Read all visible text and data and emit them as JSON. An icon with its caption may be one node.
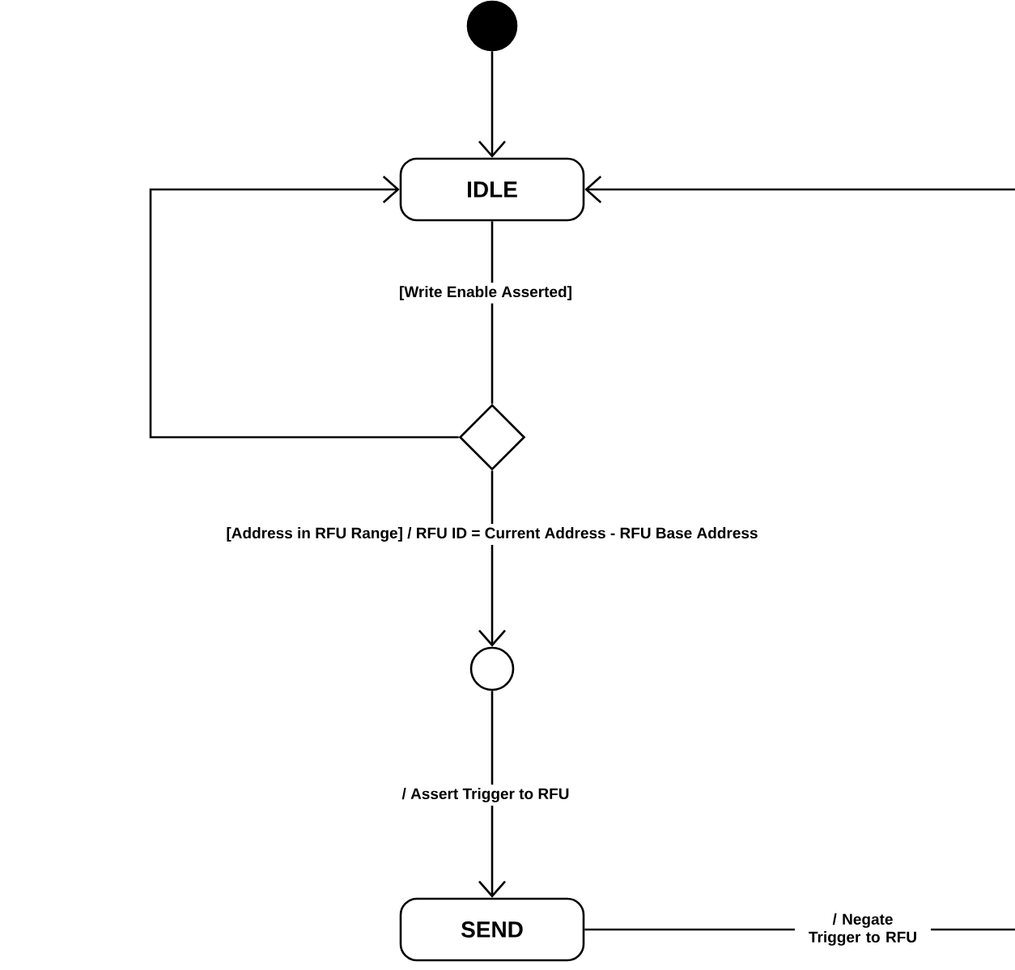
{
  "diagram": {
    "nodes": [
      {
        "text": [],
        "shape": "circle"
      },
      {
        "text": [
          "IDLE"
        ]
      },
      {
        "text": [],
        "shape": "diamond"
      },
      {
        "text": [],
        "shape": "circle"
      },
      {
        "text": [
          "SEND"
        ]
      }
    ],
    "edges": [
      {
        "from": 0,
        "to": 1,
        "arrow": "to"
      },
      {
        "from": 1,
        "to": 2,
        "arrow": "none",
        "label": "[Write Enable Asserted]"
      },
      {
        "from": 2,
        "to": 1,
        "arrow": "to"
      },
      {
        "from": 2,
        "to": 3,
        "arrow": "to",
        "label": "[Address in RFU Range] / RFU ID = Current Address - RFU Base Address"
      },
      {
        "from": 3,
        "to": 4,
        "arrow": "to",
        "label": "/ Assert Trigger to RFU"
      },
      {
        "from": 4,
        "to": null,
        "arrow": "none",
        "label": "/ Negate Trigger to RFU"
      },
      {
        "from": null,
        "to": 1,
        "arrow": "to"
      }
    ]
  }
}
